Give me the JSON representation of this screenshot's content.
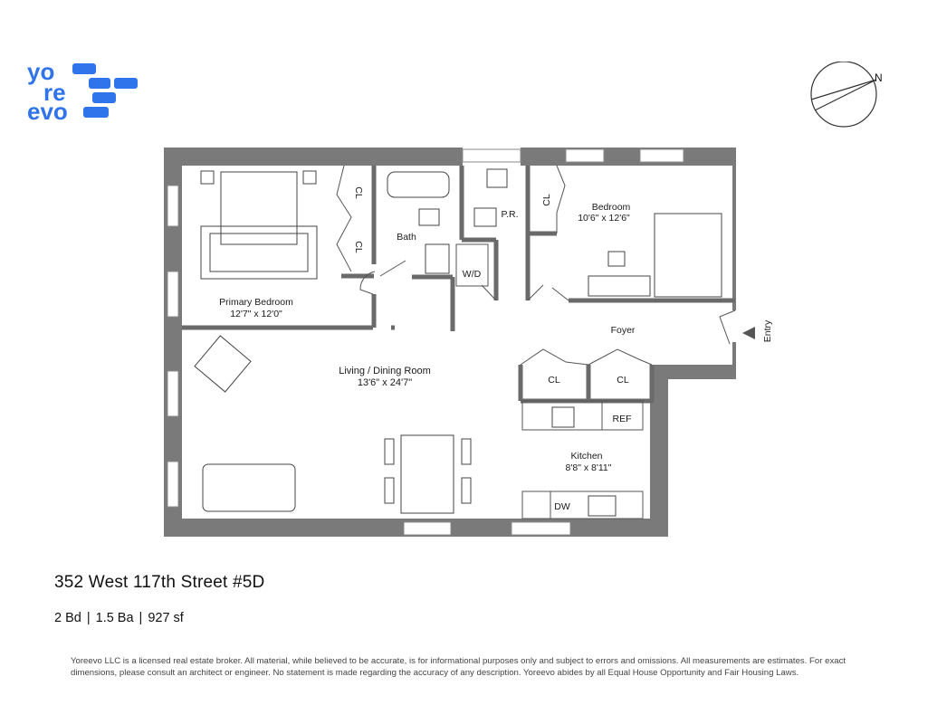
{
  "brand": {
    "name_lines": [
      "yo",
      "re",
      "evo"
    ],
    "color": "#2f74ea"
  },
  "compass": {
    "label": "N"
  },
  "rooms": {
    "primary_bedroom": {
      "name": "Primary Bedroom",
      "dims": "12'7\" x 12'0\""
    },
    "bath": {
      "name": "Bath"
    },
    "powder_room": {
      "name": "P.R."
    },
    "washer_dryer": {
      "name": "W/D"
    },
    "bedroom": {
      "name": "Bedroom",
      "dims": "10'6\" x 12'6\""
    },
    "foyer": {
      "name": "Foyer"
    },
    "entry": {
      "name": "Entry"
    },
    "living": {
      "name": "Living / Dining Room",
      "dims": "13'6\" x 24'7\""
    },
    "kitchen": {
      "name": "Kitchen",
      "dims": "8'8\" x 8'11\""
    },
    "closets": [
      "CL",
      "CL",
      "CL",
      "CL",
      "CL"
    ],
    "fridge": "REF",
    "dishwasher": "DW"
  },
  "listing": {
    "address": "352 West 117th Street #5D",
    "beds": "2 Bd",
    "baths": "1.5 Ba",
    "area": "927 sf"
  },
  "disclaimer": "Yoreevo LLC is a licensed real estate broker. All material, while believed to be accurate, is for informational purposes only and subject to errors and omissions. All measurements are estimates. For exact dimensions, please consult an architect or engineer. No statement is made regarding the accuracy of any description. Yoreevo abides by all Equal House Opportunity and Fair Housing Laws.",
  "colors": {
    "wall": "#7a7a7a",
    "line": "#555555"
  }
}
